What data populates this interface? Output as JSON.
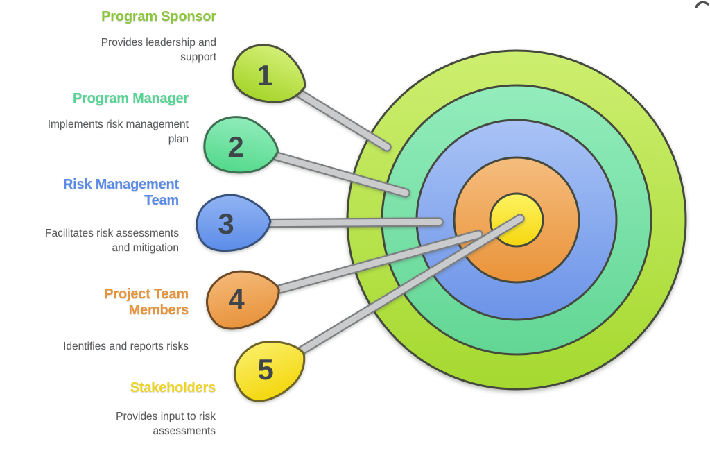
{
  "figure": {
    "type": "bullseye-target-roles-infographic",
    "background": "#ffffff",
    "roles": [
      {
        "number": "1",
        "title": "Program Sponsor",
        "title_color": "#8cc63e",
        "description": "Provides leadership and\nsupport",
        "pin_color": "#b8dd45",
        "hits_ring": "outer-lime"
      },
      {
        "number": "2",
        "title": "Program Manager",
        "title_color": "#55d593",
        "description": "Implements risk management\nplan",
        "pin_color": "#6fe2a2",
        "hits_ring": "second-mint"
      },
      {
        "number": "3",
        "title": "Risk Management\nTeam",
        "title_color": "#5a8be8",
        "description": "Facilitates risk assessments\nand mitigation",
        "pin_color": "#6f9cee",
        "hits_ring": "third-blue"
      },
      {
        "number": "4",
        "title": "Project Team\nMembers",
        "title_color": "#e6943c",
        "description": "Identifies and reports risks",
        "pin_color": "#efa758",
        "hits_ring": "fourth-orange"
      },
      {
        "number": "5",
        "title": "Stakeholders",
        "title_color": "#eed425",
        "description": "Provides input to risk\nassessments",
        "pin_color": "#f8e238",
        "hits_ring": "bullseye-yellow"
      }
    ],
    "target": {
      "rings": [
        {
          "name": "outer",
          "color": "#b7e34b"
        },
        {
          "name": "second",
          "color": "#7ae0a8"
        },
        {
          "name": "third",
          "color": "#8aaef0"
        },
        {
          "name": "fourth",
          "color": "#efa85c"
        },
        {
          "name": "bullseye",
          "color": "#f9e33a"
        }
      ],
      "outline_color": "#44483e",
      "stick_color": "#cacbcc"
    },
    "decorations": {
      "corner_glyph": "cursor-fragment-icon"
    }
  }
}
